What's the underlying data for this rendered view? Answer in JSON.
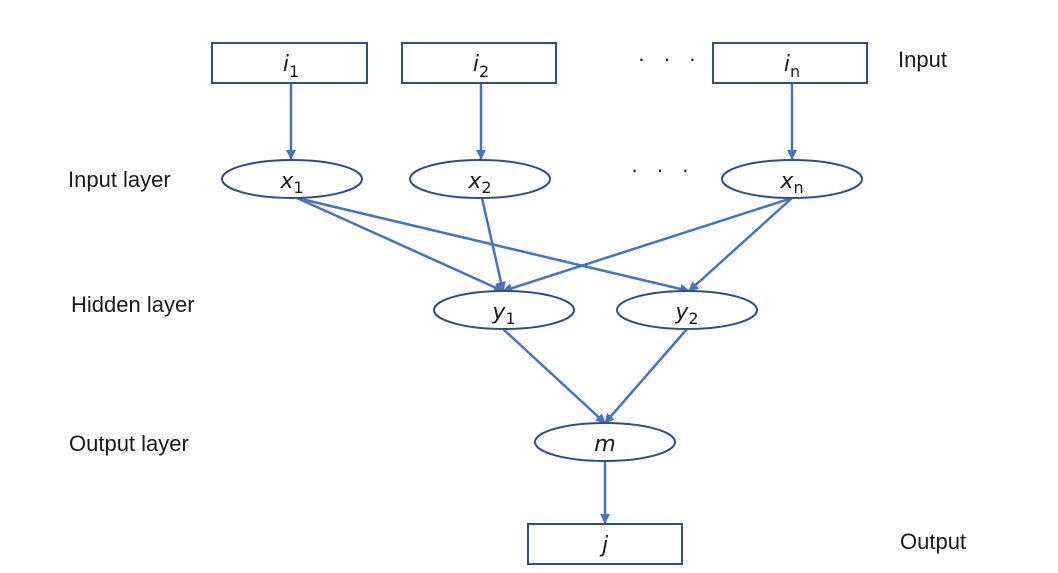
{
  "colors": {
    "box_stroke": "#2f4f84",
    "ellipse_stroke": "#2f4f84",
    "arrow": "#4472c4",
    "text": "#1a1a1a"
  },
  "labels": {
    "input": "Input",
    "input_layer": "Input layer",
    "hidden_layer": "Hidden layer",
    "output_layer": "Output layer",
    "output": "Output"
  },
  "ellipsis": "· · ·",
  "inputs": [
    {
      "id": "i1",
      "base": "i",
      "sub": "1"
    },
    {
      "id": "i2",
      "base": "i",
      "sub": "2"
    },
    {
      "id": "in",
      "base": "i",
      "sub": "n"
    }
  ],
  "input_layer_nodes": [
    {
      "id": "x1",
      "base": "x",
      "sub": "1"
    },
    {
      "id": "x2",
      "base": "x",
      "sub": "2"
    },
    {
      "id": "xn",
      "base": "x",
      "sub": "n"
    }
  ],
  "hidden_nodes": [
    {
      "id": "y1",
      "base": "y",
      "sub": "1"
    },
    {
      "id": "y2",
      "base": "y",
      "sub": "2"
    }
  ],
  "output_node": {
    "id": "m",
    "base": "m"
  },
  "output_box": {
    "id": "j",
    "base": "j"
  },
  "edges": [
    [
      "i1",
      "x1"
    ],
    [
      "i2",
      "x2"
    ],
    [
      "in",
      "xn"
    ],
    [
      "x1",
      "y1"
    ],
    [
      "x1",
      "y2"
    ],
    [
      "x2",
      "y1"
    ],
    [
      "xn",
      "y1"
    ],
    [
      "xn",
      "y2"
    ],
    [
      "y1",
      "m"
    ],
    [
      "y2",
      "m"
    ],
    [
      "m",
      "j"
    ]
  ]
}
